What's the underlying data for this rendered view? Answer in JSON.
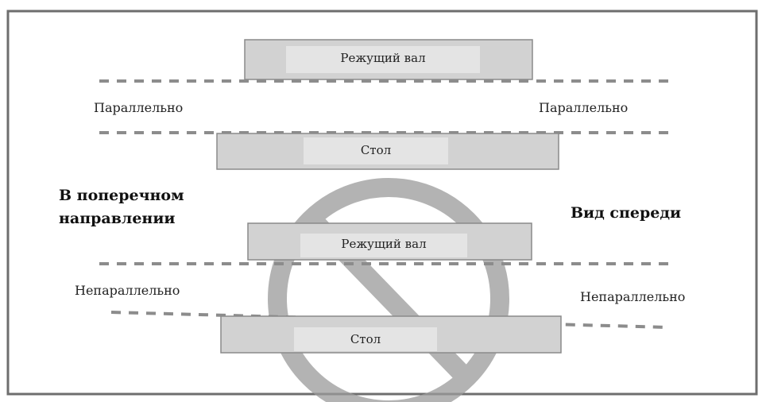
{
  "colors": {
    "frame": "#6e6e6e",
    "bar_fill": "#d2d2d2",
    "bar_stroke": "#8a8a8a",
    "label_box": "#e4e4e4",
    "dash": "#8c8c8c",
    "prohibition": "#9a9a9a"
  },
  "icons": {
    "prohibition": "no-entry-sign-icon"
  },
  "top_section": {
    "cutter_label": "Режущий вал",
    "table_label": "Стол",
    "left_label": "Параллельно",
    "right_label": "Параллельно"
  },
  "side_titles": {
    "left_line1": "В поперечном",
    "left_line2": "направлении",
    "right": "Вид спереди"
  },
  "bottom_section": {
    "cutter_label": "Режущий вал",
    "table_label": "Стол",
    "left_label": "Непараллельно",
    "right_label": "Непараллельно"
  }
}
